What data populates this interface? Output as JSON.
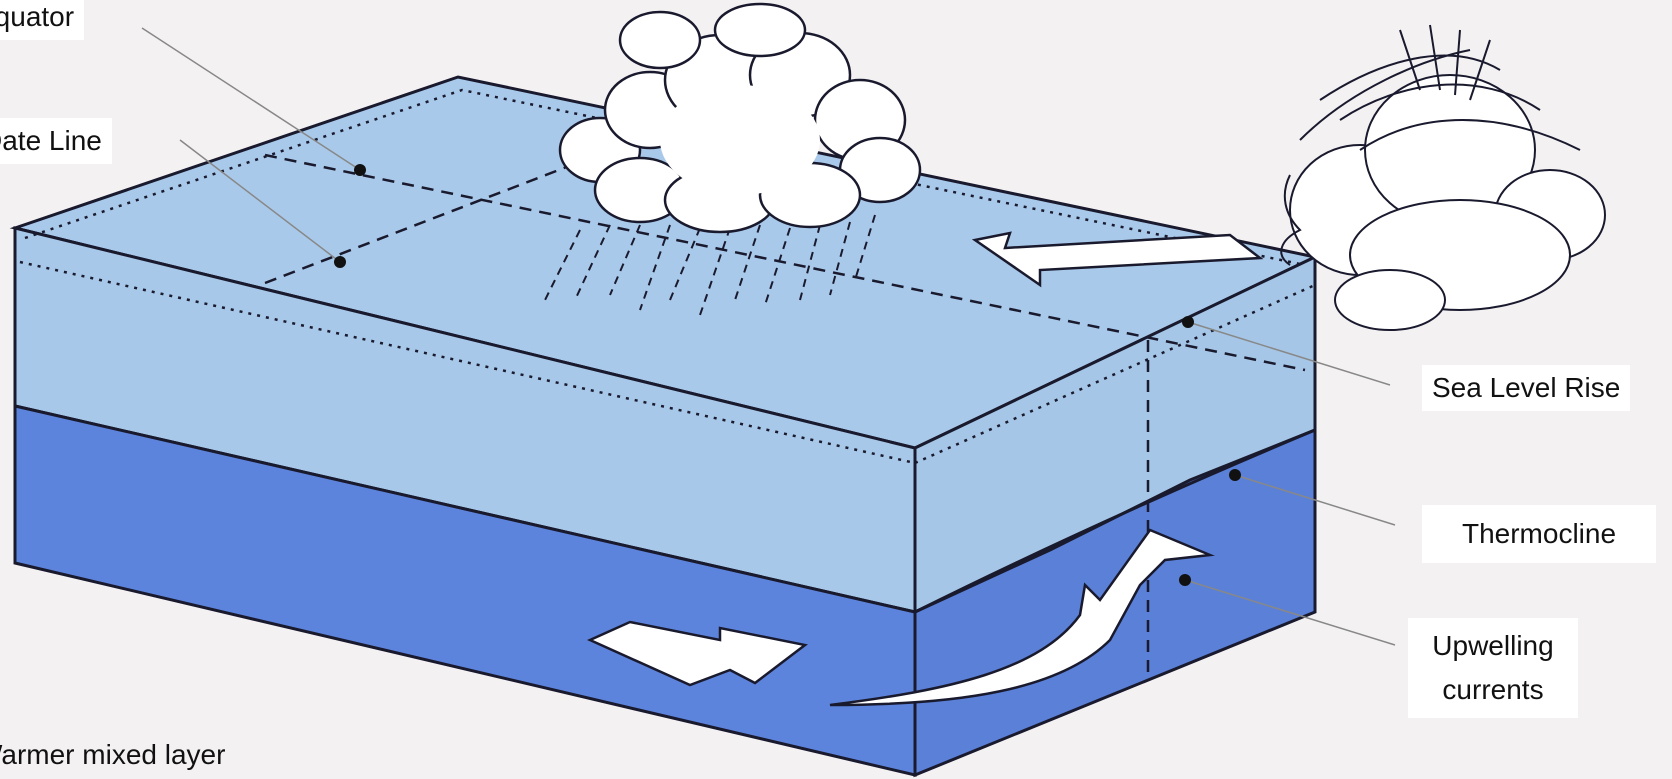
{
  "labels": {
    "equator": "Equator",
    "date_line": "Date Line",
    "sea_level_rise": "Sea Level Rise",
    "thermocline": "Thermocline",
    "upwelling_line1": "Upwelling",
    "upwelling_line2": "currents",
    "warmer_mixed_layer": "Warmer mixed layer"
  },
  "colors": {
    "background": "#f4f1f3",
    "top_surface": "#a9c9ea",
    "upper_layer": "#a7c8e8",
    "upper_layer_side": "#a5c6e6",
    "lower_layer": "#5d84dc",
    "lower_layer_side": "#5a80d8",
    "outline": "#1a1a2e",
    "arrow_fill": "#ffffff"
  },
  "icons": {
    "cloud": "rain-cloud-icon",
    "wind": "wind-face-icon"
  }
}
